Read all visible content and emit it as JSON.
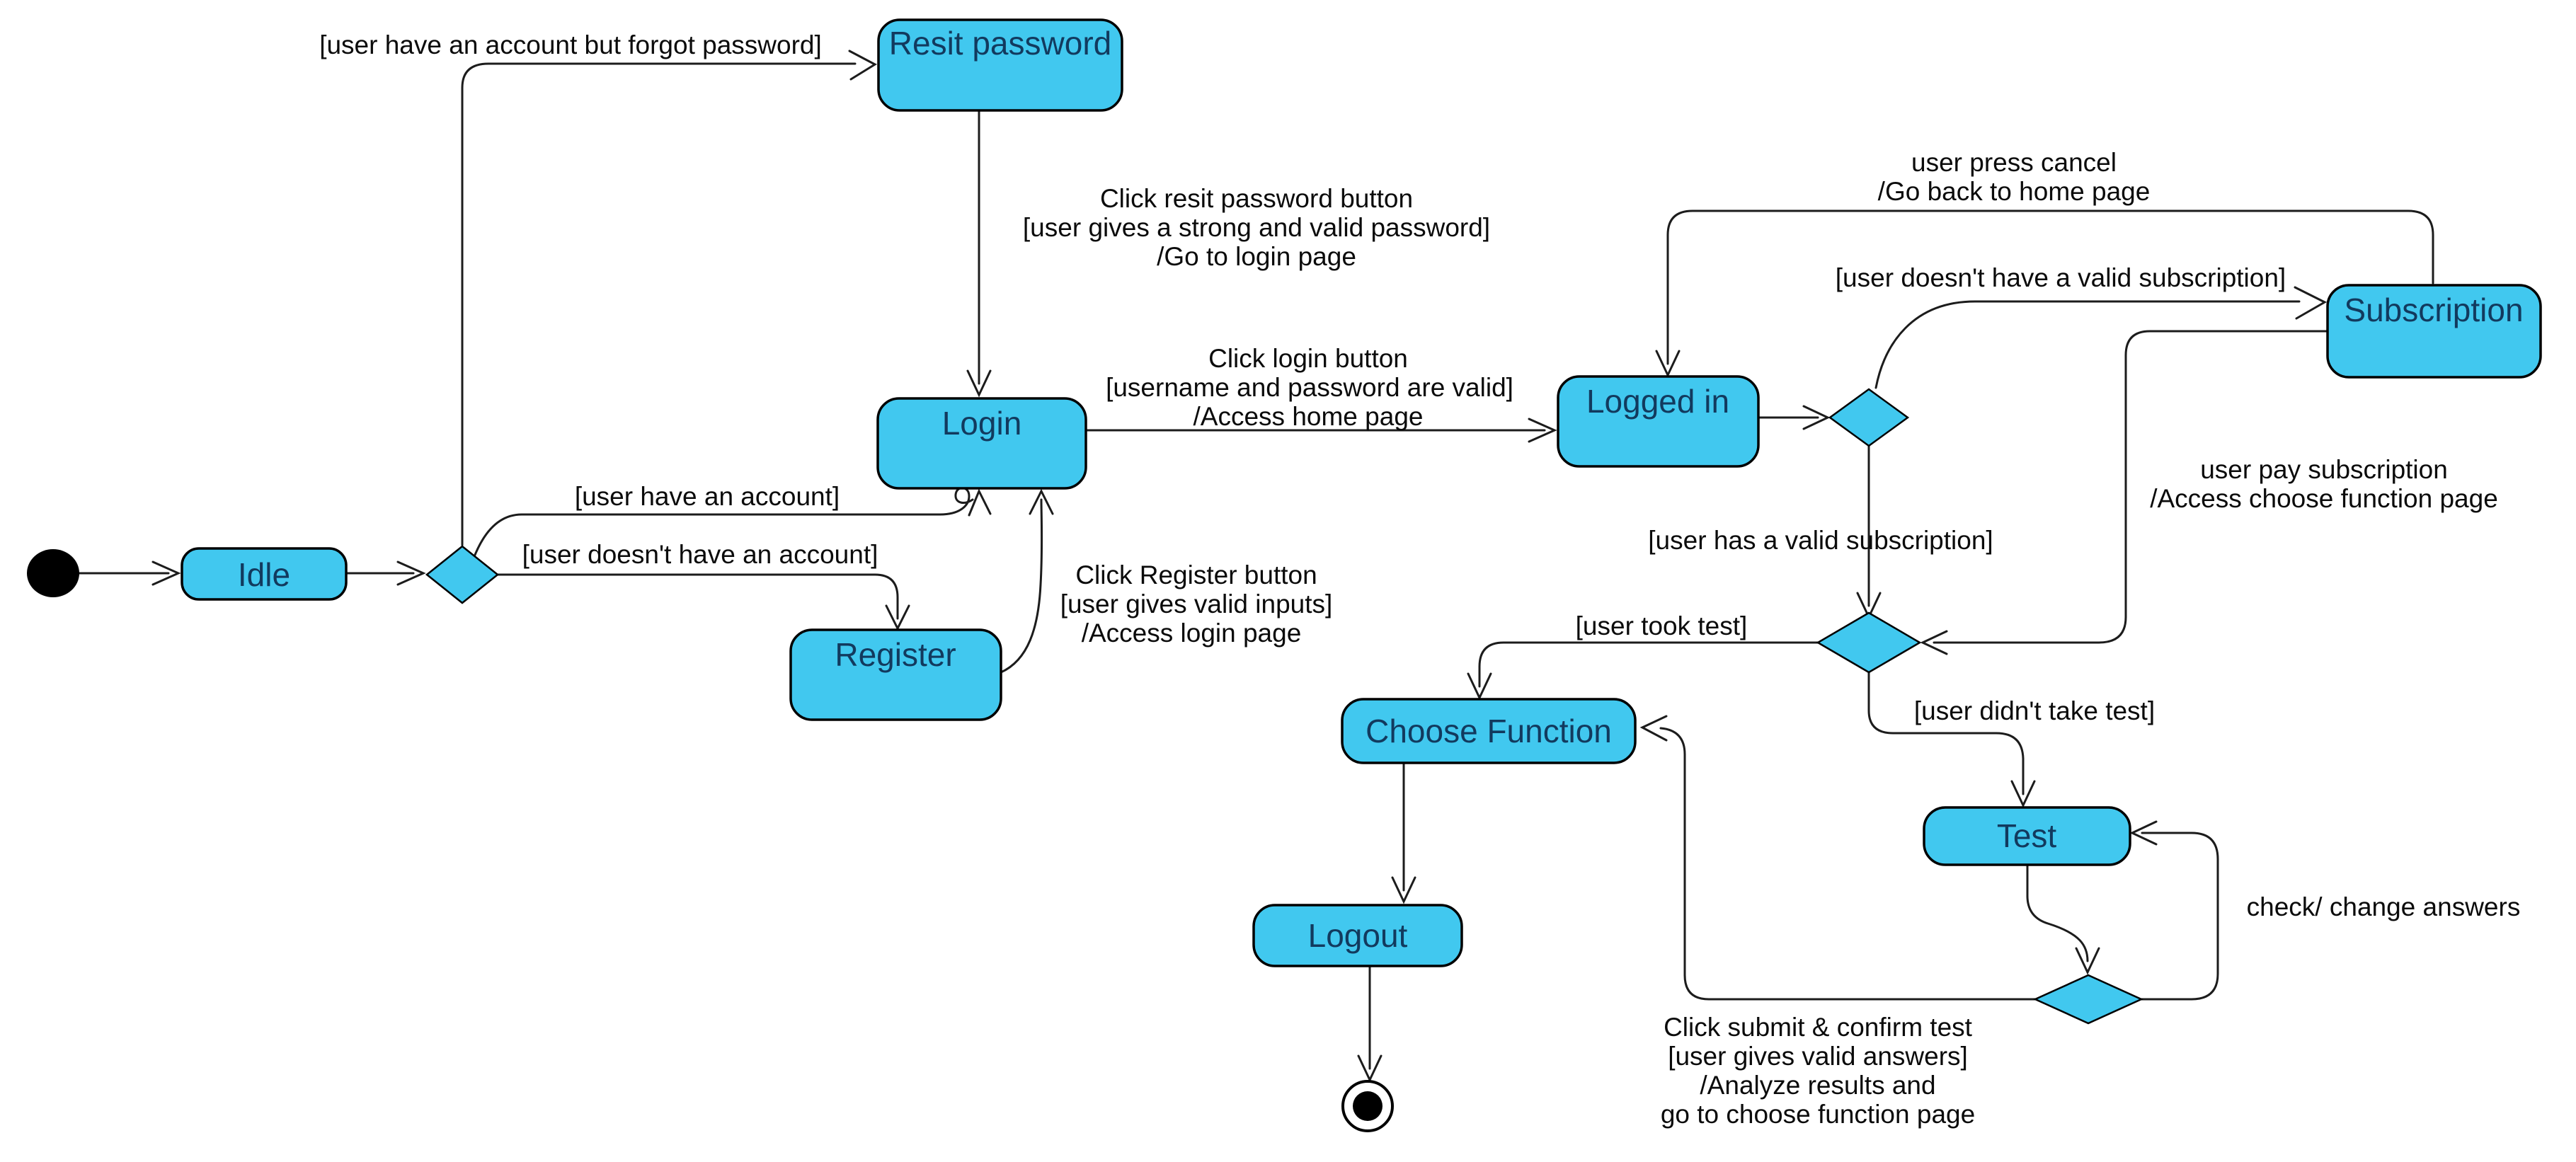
{
  "colors": {
    "node_fill": "#41c8ef",
    "node_border": "#000000",
    "line": "#1c1c1c",
    "node_text": "#123a5e",
    "label_text": "#0b0b0b",
    "background": "#ffffff"
  },
  "states": {
    "idle": {
      "label": "Idle"
    },
    "reset_password": {
      "label": "Resit password"
    },
    "login": {
      "label": "Login"
    },
    "register": {
      "label": "Register"
    },
    "logged_in": {
      "label": "Logged in"
    },
    "subscription": {
      "label": "Subscription"
    },
    "choose_function": {
      "label": "Choose Function"
    },
    "test": {
      "label": "Test"
    },
    "logout": {
      "label": "Logout"
    }
  },
  "transitions": {
    "forgot_password": {
      "lines": [
        "[user have an account but forgot password]"
      ]
    },
    "reset_done": {
      "lines": [
        "Click resit password button",
        "[user gives a strong and valid password]",
        "/Go to login page"
      ]
    },
    "have_account": {
      "lines": [
        "[user have an account]"
      ]
    },
    "no_account": {
      "lines": [
        "[user doesn't have an account]"
      ]
    },
    "register_done": {
      "lines": [
        "Click Register button",
        "[user gives valid inputs]",
        "/Access login page"
      ]
    },
    "login_success": {
      "lines": [
        "Click login button",
        "[username and password are valid]",
        "/Access home page"
      ]
    },
    "press_cancel": {
      "lines": [
        "user press cancel",
        "/Go back to home page"
      ]
    },
    "no_subscription": {
      "lines": [
        "[user doesn't have a valid subscription]"
      ]
    },
    "valid_subscription": {
      "lines": [
        "[user has a valid subscription]"
      ]
    },
    "pay_subscription": {
      "lines": [
        "user pay subscription",
        "/Access choose function page"
      ]
    },
    "took_test": {
      "lines": [
        "[user took test]"
      ]
    },
    "didnt_take_test": {
      "lines": [
        "[user didn't take test]"
      ]
    },
    "check_answers": {
      "lines": [
        "check/ change answers"
      ]
    },
    "submit_test": {
      "lines": [
        "Click submit & confirm test",
        "[user gives valid answers]",
        "/Analyze results and",
        "go to choose function page"
      ]
    }
  }
}
